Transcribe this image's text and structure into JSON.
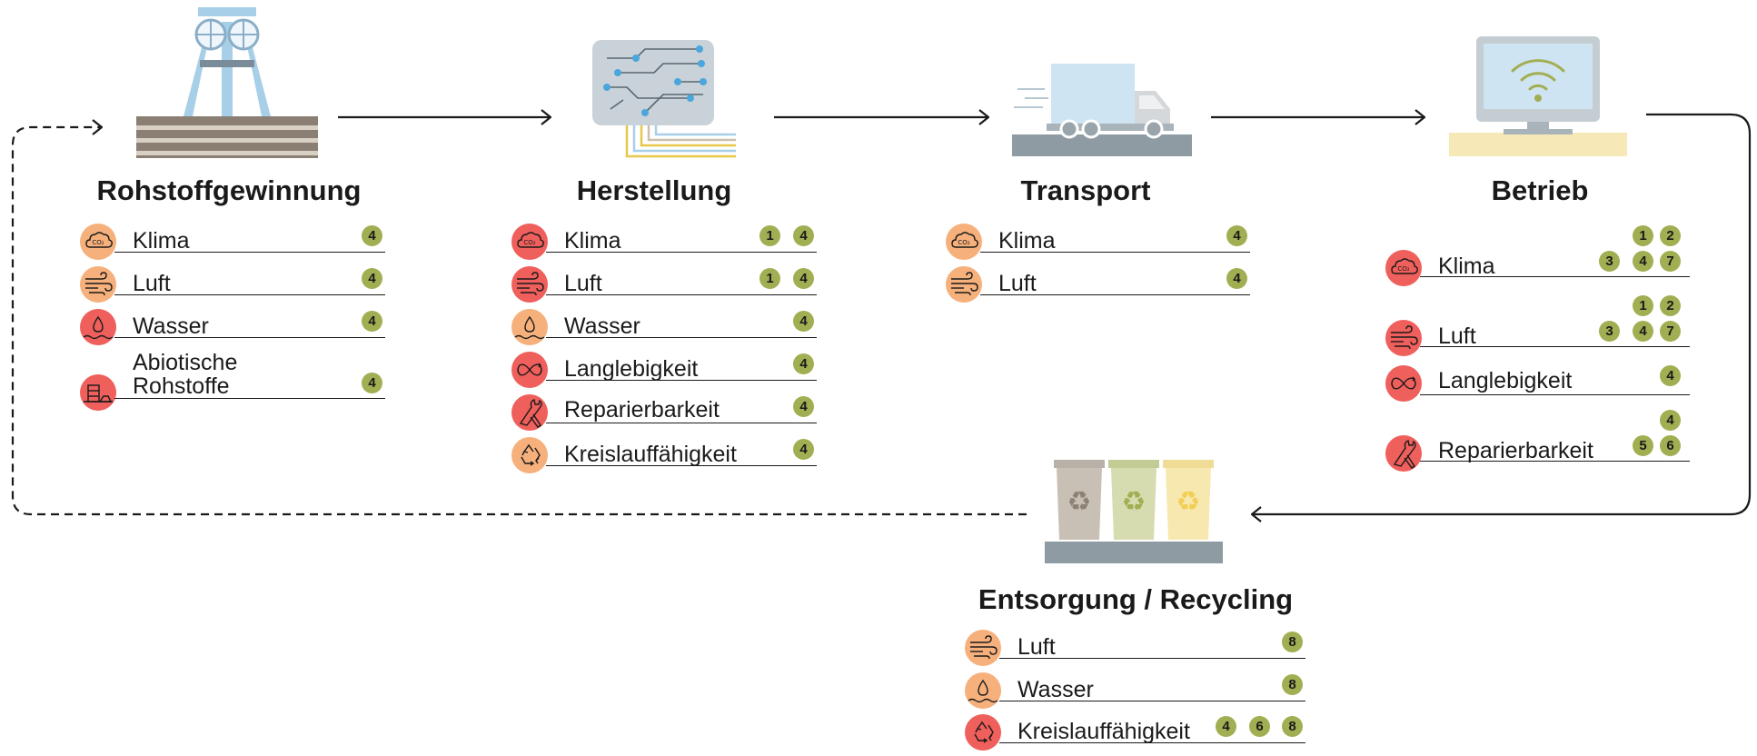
{
  "stages": {
    "rohstoff": {
      "title": "Rohstoffgewinnung",
      "rows": [
        {
          "label": "Klima",
          "icon": "co2-cloud-icon",
          "color": "#f6b07c",
          "badges": [
            "4"
          ]
        },
        {
          "label": "Luft",
          "icon": "wind-icon",
          "color": "#f6b07c",
          "badges": [
            "4"
          ]
        },
        {
          "label": "Wasser",
          "icon": "water-drop-icon",
          "color": "#ef5f5c",
          "badges": [
            "4"
          ]
        },
        {
          "label": "Abiotische",
          "label2": "Rohstoffe",
          "icon": "raw-materials-icon",
          "color": "#ef5f5c",
          "badges": [
            "4"
          ]
        }
      ]
    },
    "herstellung": {
      "title": "Herstellung",
      "rows": [
        {
          "label": "Klima",
          "icon": "co2-cloud-icon",
          "color": "#ef5f5c",
          "badges": [
            "1",
            "4"
          ]
        },
        {
          "label": "Luft",
          "icon": "wind-icon",
          "color": "#ef5f5c",
          "badges": [
            "1",
            "4"
          ]
        },
        {
          "label": "Wasser",
          "icon": "water-drop-icon",
          "color": "#f6b07c",
          "badges": [
            "4"
          ]
        },
        {
          "label": "Langlebigkeit",
          "icon": "infinity-icon",
          "color": "#ef5f5c",
          "badges": [
            "4"
          ]
        },
        {
          "label": "Reparierbarkeit",
          "icon": "wrench-icon",
          "color": "#ef5f5c",
          "badges": [
            "4"
          ]
        },
        {
          "label": "Kreislauffähigkeit",
          "icon": "recycle-icon",
          "color": "#f6b07c",
          "badges": [
            "4"
          ]
        }
      ]
    },
    "transport": {
      "title": "Transport",
      "rows": [
        {
          "label": "Klima",
          "icon": "co2-cloud-icon",
          "color": "#f6b07c",
          "badges": [
            "4"
          ]
        },
        {
          "label": "Luft",
          "icon": "wind-icon",
          "color": "#f6b07c",
          "badges": [
            "4"
          ]
        }
      ]
    },
    "betrieb": {
      "title": "Betrieb",
      "rows": [
        {
          "label": "Klima",
          "icon": "co2-cloud-icon",
          "color": "#ef5f5c",
          "badges_top": [
            "1",
            "2"
          ],
          "badges": [
            "3",
            "4",
            "7"
          ]
        },
        {
          "label": "Luft",
          "icon": "wind-icon",
          "color": "#ef5f5c",
          "badges_top": [
            "1",
            "2"
          ],
          "badges": [
            "3",
            "4",
            "7"
          ]
        },
        {
          "label": "Langlebigkeit",
          "icon": "infinity-icon",
          "color": "#ef5f5c",
          "badges": [
            "4"
          ]
        },
        {
          "label": "Reparierbarkeit",
          "icon": "wrench-icon",
          "color": "#ef5f5c",
          "badges_top": [
            "4"
          ],
          "badges": [
            "5",
            "6"
          ]
        }
      ]
    },
    "entsorgung": {
      "title": "Entsorgung / Recycling",
      "rows": [
        {
          "label": "Luft",
          "icon": "wind-icon",
          "color": "#f6b07c",
          "badges": [
            "8"
          ]
        },
        {
          "label": "Wasser",
          "icon": "water-drop-icon",
          "color": "#f6b07c",
          "badges": [
            "8"
          ]
        },
        {
          "label": "Kreislauffähigkeit",
          "icon": "recycle-icon",
          "color": "#ef5f5c",
          "badges": [
            "4",
            "6",
            "8"
          ]
        }
      ]
    }
  },
  "colors": {
    "impact_high": "#ef5f5c",
    "impact_medium": "#f6b07c",
    "badge": "#a2ae52",
    "icon_light_blue": "#cfe4f2",
    "ground": "#8e9ba3"
  }
}
